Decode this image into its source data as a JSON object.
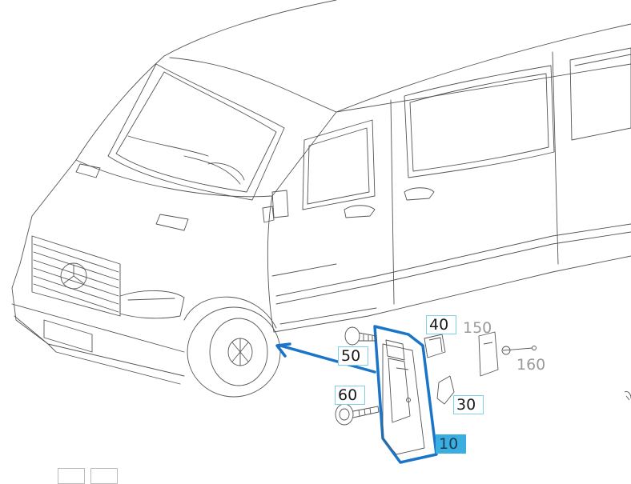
{
  "diagram": {
    "callouts": [
      {
        "id": "10",
        "label": "10",
        "state": "active"
      },
      {
        "id": "30",
        "label": "30",
        "state": "boxed"
      },
      {
        "id": "40",
        "label": "40",
        "state": "boxed"
      },
      {
        "id": "50",
        "label": "50",
        "state": "boxed"
      },
      {
        "id": "60",
        "label": "60",
        "state": "boxed"
      },
      {
        "id": "150",
        "label": "150",
        "state": "plain"
      },
      {
        "id": "160",
        "label": "160",
        "state": "plain"
      }
    ]
  },
  "colors": {
    "line_art": "#555555",
    "highlight": "#1a75c8",
    "callout_border": "#7fd0e6",
    "callout_active": "#3aaee0",
    "inactive_text": "#9a9a9a"
  }
}
